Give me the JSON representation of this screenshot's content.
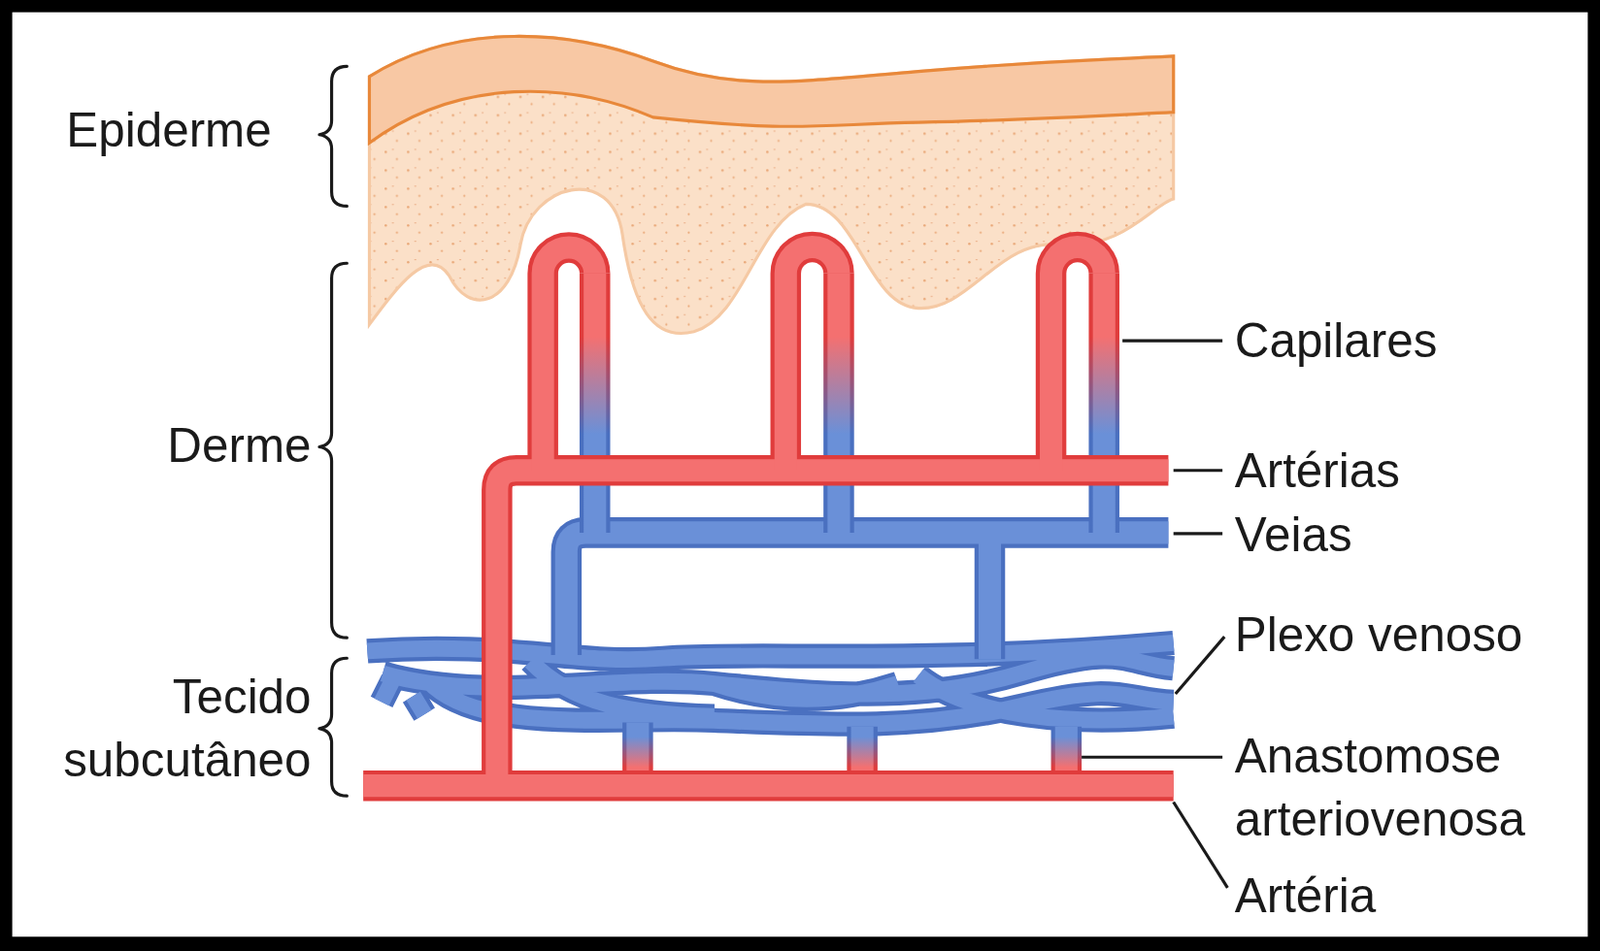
{
  "diagram": {
    "labels": [
      "Epiderme",
      "Derme",
      "Tecido subcutâneo",
      "Capilares",
      "Artérias",
      "Veias",
      "Plexo venoso",
      "Anastomose arteriovenosa",
      "Artéria"
    ]
  }
}
